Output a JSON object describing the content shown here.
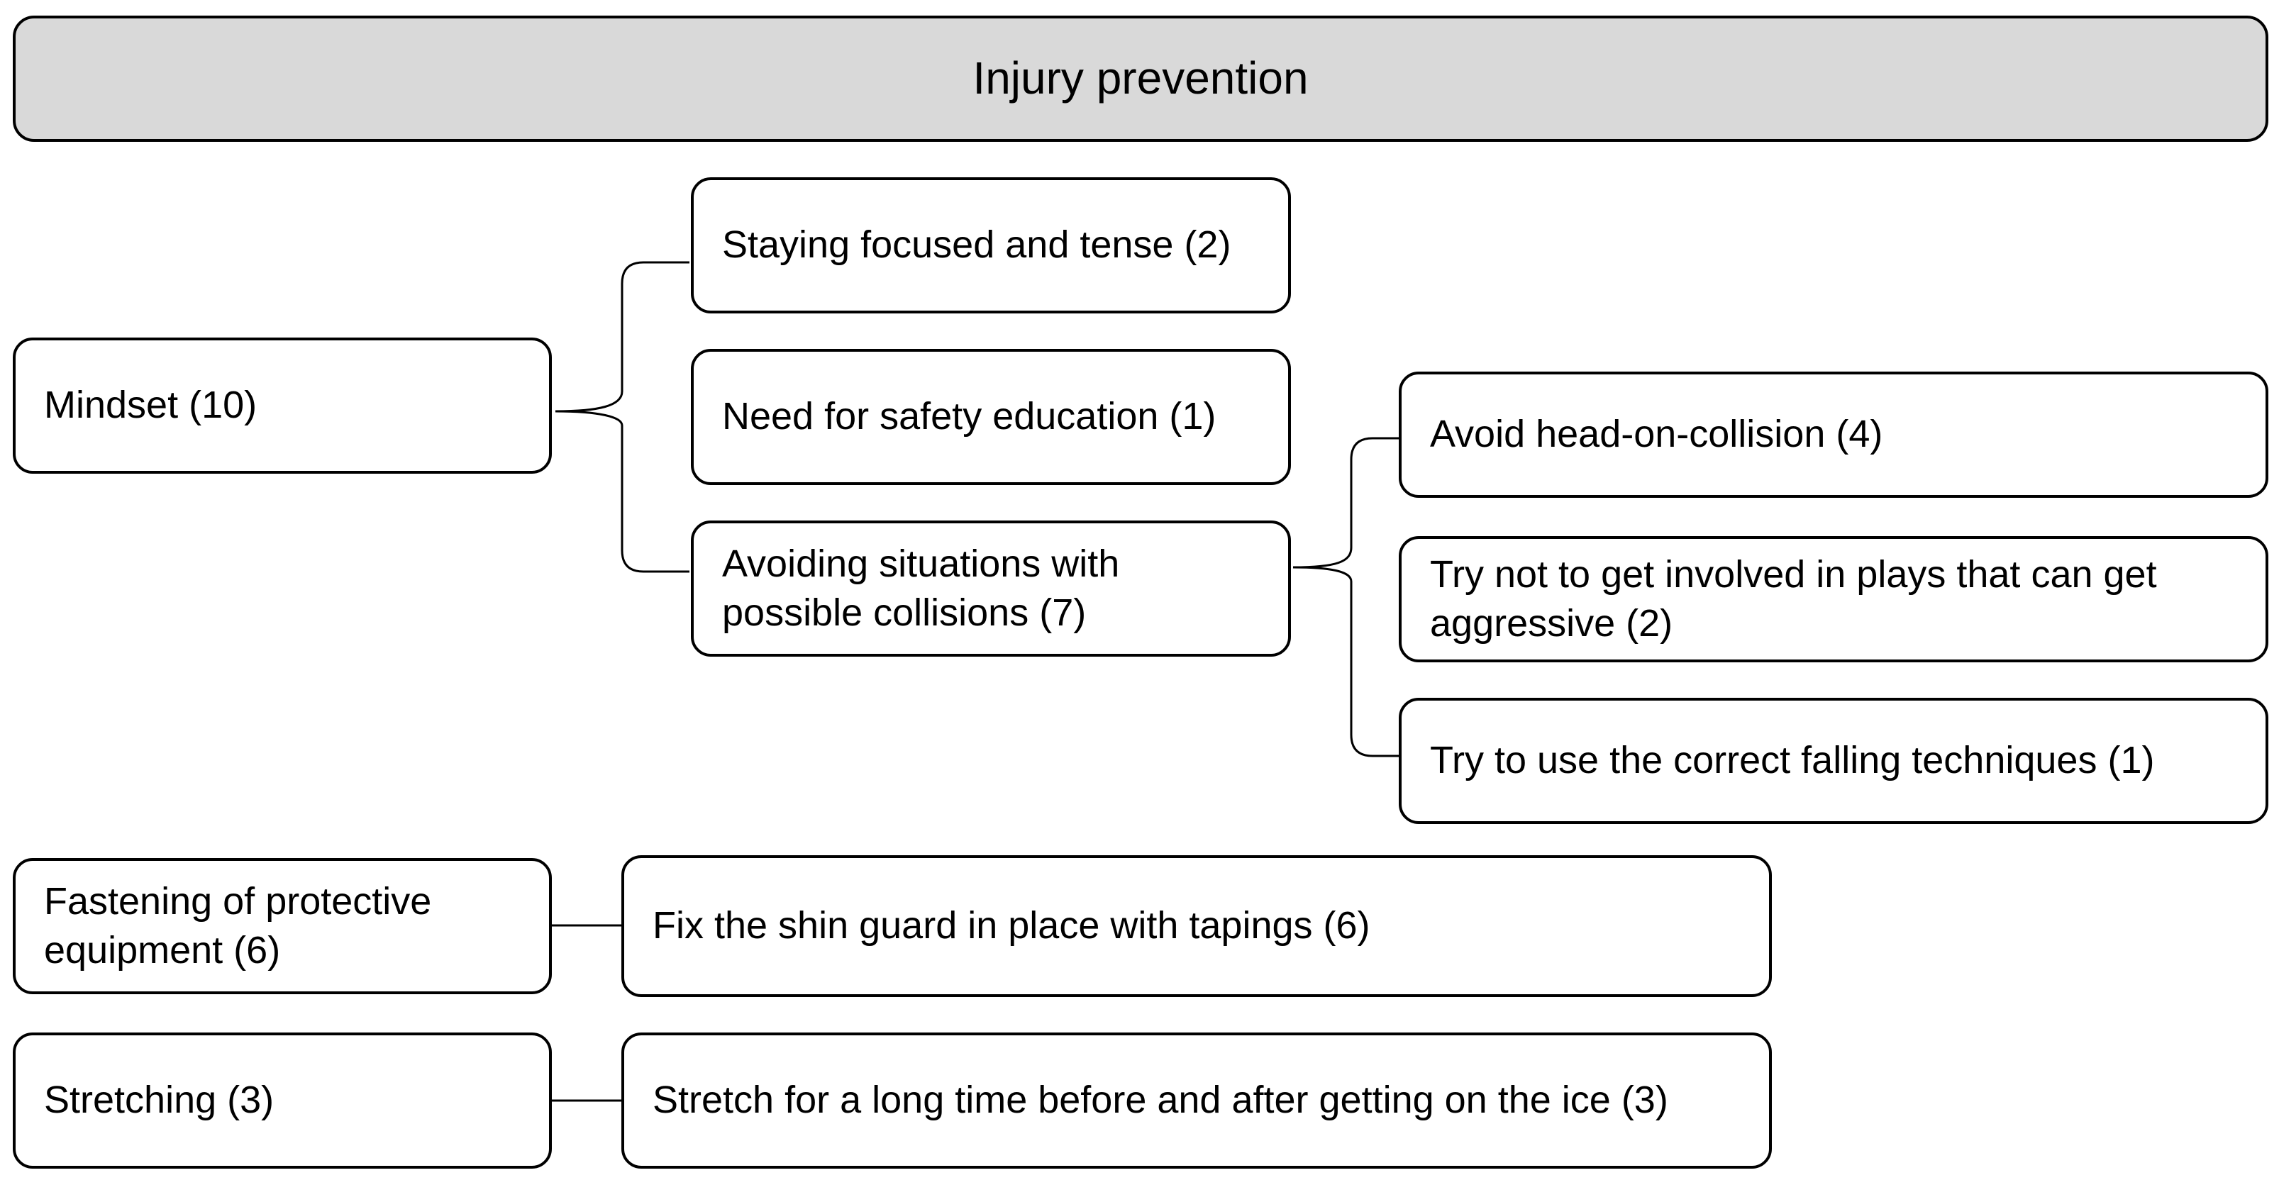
{
  "title": "Injury prevention",
  "categories": [
    {
      "label": "Mindset (10)",
      "children": [
        {
          "label": "Staying focused and tense (2)"
        },
        {
          "label": "Need for safety education (1)"
        },
        {
          "label": "Avoiding situations with possible collisions (7)",
          "children": [
            {
              "label": "Avoid head-on-collision (4)"
            },
            {
              "label": "Try not to get involved in plays that can get aggressive (2)"
            },
            {
              "label": "Try to use the correct falling techniques (1)"
            }
          ]
        }
      ]
    },
    {
      "label": "Fastening of protective equipment (6)",
      "children": [
        {
          "label": "Fix the shin guard in place with tapings (6)"
        }
      ]
    },
    {
      "label": "Stretching (3)",
      "children": [
        {
          "label": "Stretch for a long time before and after getting on the ice (3)"
        }
      ]
    }
  ]
}
